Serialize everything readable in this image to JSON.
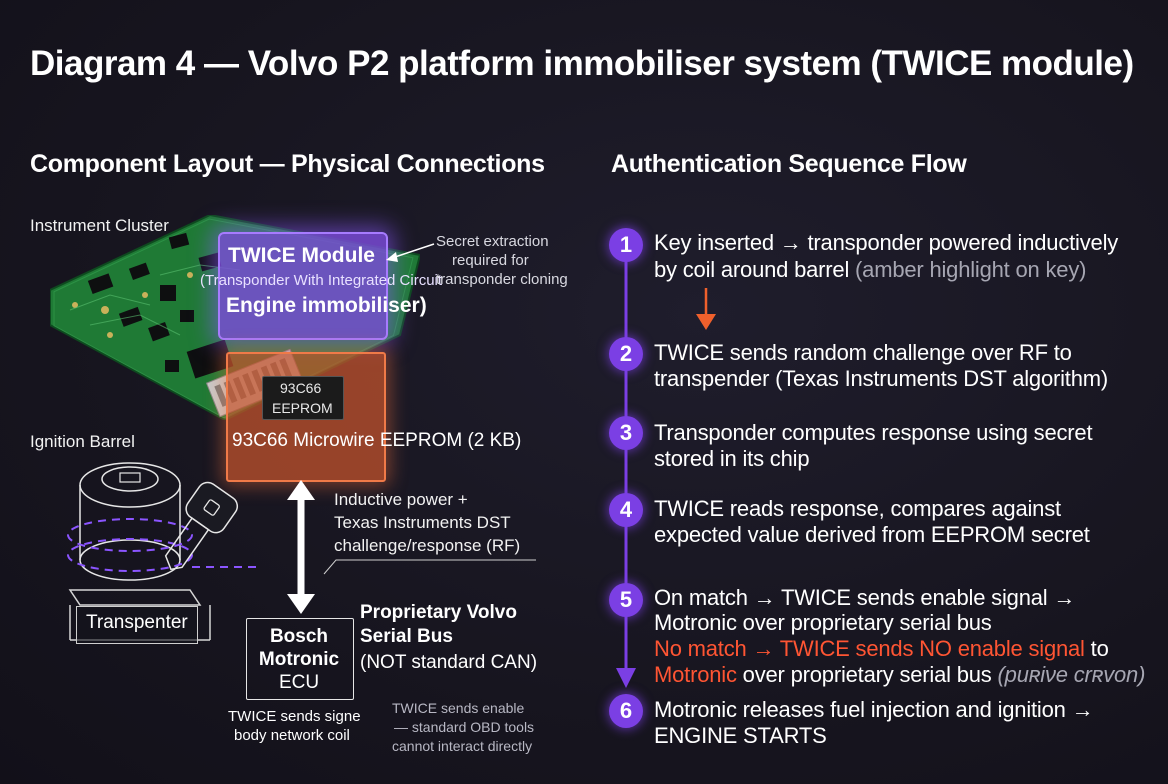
{
  "title": "Diagram 4 — Volvo P2 platform immobiliser system (TWICE module)",
  "left": {
    "section_title": "Component Layout — Physical Connections",
    "instrument_cluster": "Instrument Cluster",
    "ignition_barrel": "Ignition Barrel",
    "twice": {
      "title_line1": "TWICE Module",
      "subtitle": "(Transponder With Integrated Circuit",
      "title_line2": "Engine immobiliser)"
    },
    "secret_note": [
      "Secret extraction",
      "required for",
      "transponder cloning"
    ],
    "eeprom_chip": [
      "93C66",
      "EEPROM"
    ],
    "eeprom_label": "93C66 Microwire EEPROM (2 KB)",
    "inductive_note": [
      "Inductive power +",
      "Texas Instruments DST",
      "challenge/response (RF)"
    ],
    "serial_bus": [
      "Proprietary Volvo",
      "Serial Bus"
    ],
    "serial_bus_note": "(NOT standard CAN)",
    "ecu": [
      "Bosch",
      "Motronic",
      "ECU"
    ],
    "transponder_label": "Transpenter",
    "twice_signal_note": [
      "TWICE sends signe",
      "body network coil"
    ],
    "obd_note": [
      "TWICE sends enable",
      "— standard OBD tools",
      "cannot interact directly"
    ]
  },
  "right": {
    "section_title": "Authentication Sequence Flow",
    "steps": [
      {
        "num": "1",
        "l1": "Key inserted → transponder powered inductively",
        "l2a": "by coil around barrel ",
        "l2b": "(amber highlight on key)"
      },
      {
        "num": "2",
        "l1": "TWICE sends random challenge over RF to",
        "l2": "transpender (Texas Instruments DST algorithm)"
      },
      {
        "num": "3",
        "l1": "Transponder computes response using secret",
        "l2": "stored in its chip"
      },
      {
        "num": "4",
        "l1": "TWICE reads response, compares against",
        "l2": "expected value derived from EEPROM secret"
      },
      {
        "num": "5",
        "l1": "On match → TWICE sends enable signal →",
        "l2": "Motronic over proprietary serial bus",
        "l3a": "No match → TWICE sends NO enable signal",
        "l3b": " to",
        "l4a": "Motronic",
        "l4b": " over proprietary serial bus ",
        "l4c": "(puʀiνe crʀvon)"
      },
      {
        "num": "6",
        "l1": "Motronic releases fuel injection and ignition →",
        "l2": "ENGINE STARTS"
      }
    ]
  },
  "colors": {
    "accent_purple": "#7b3fe4",
    "accent_orange": "#f07a48",
    "alert_red": "#ff5533"
  }
}
